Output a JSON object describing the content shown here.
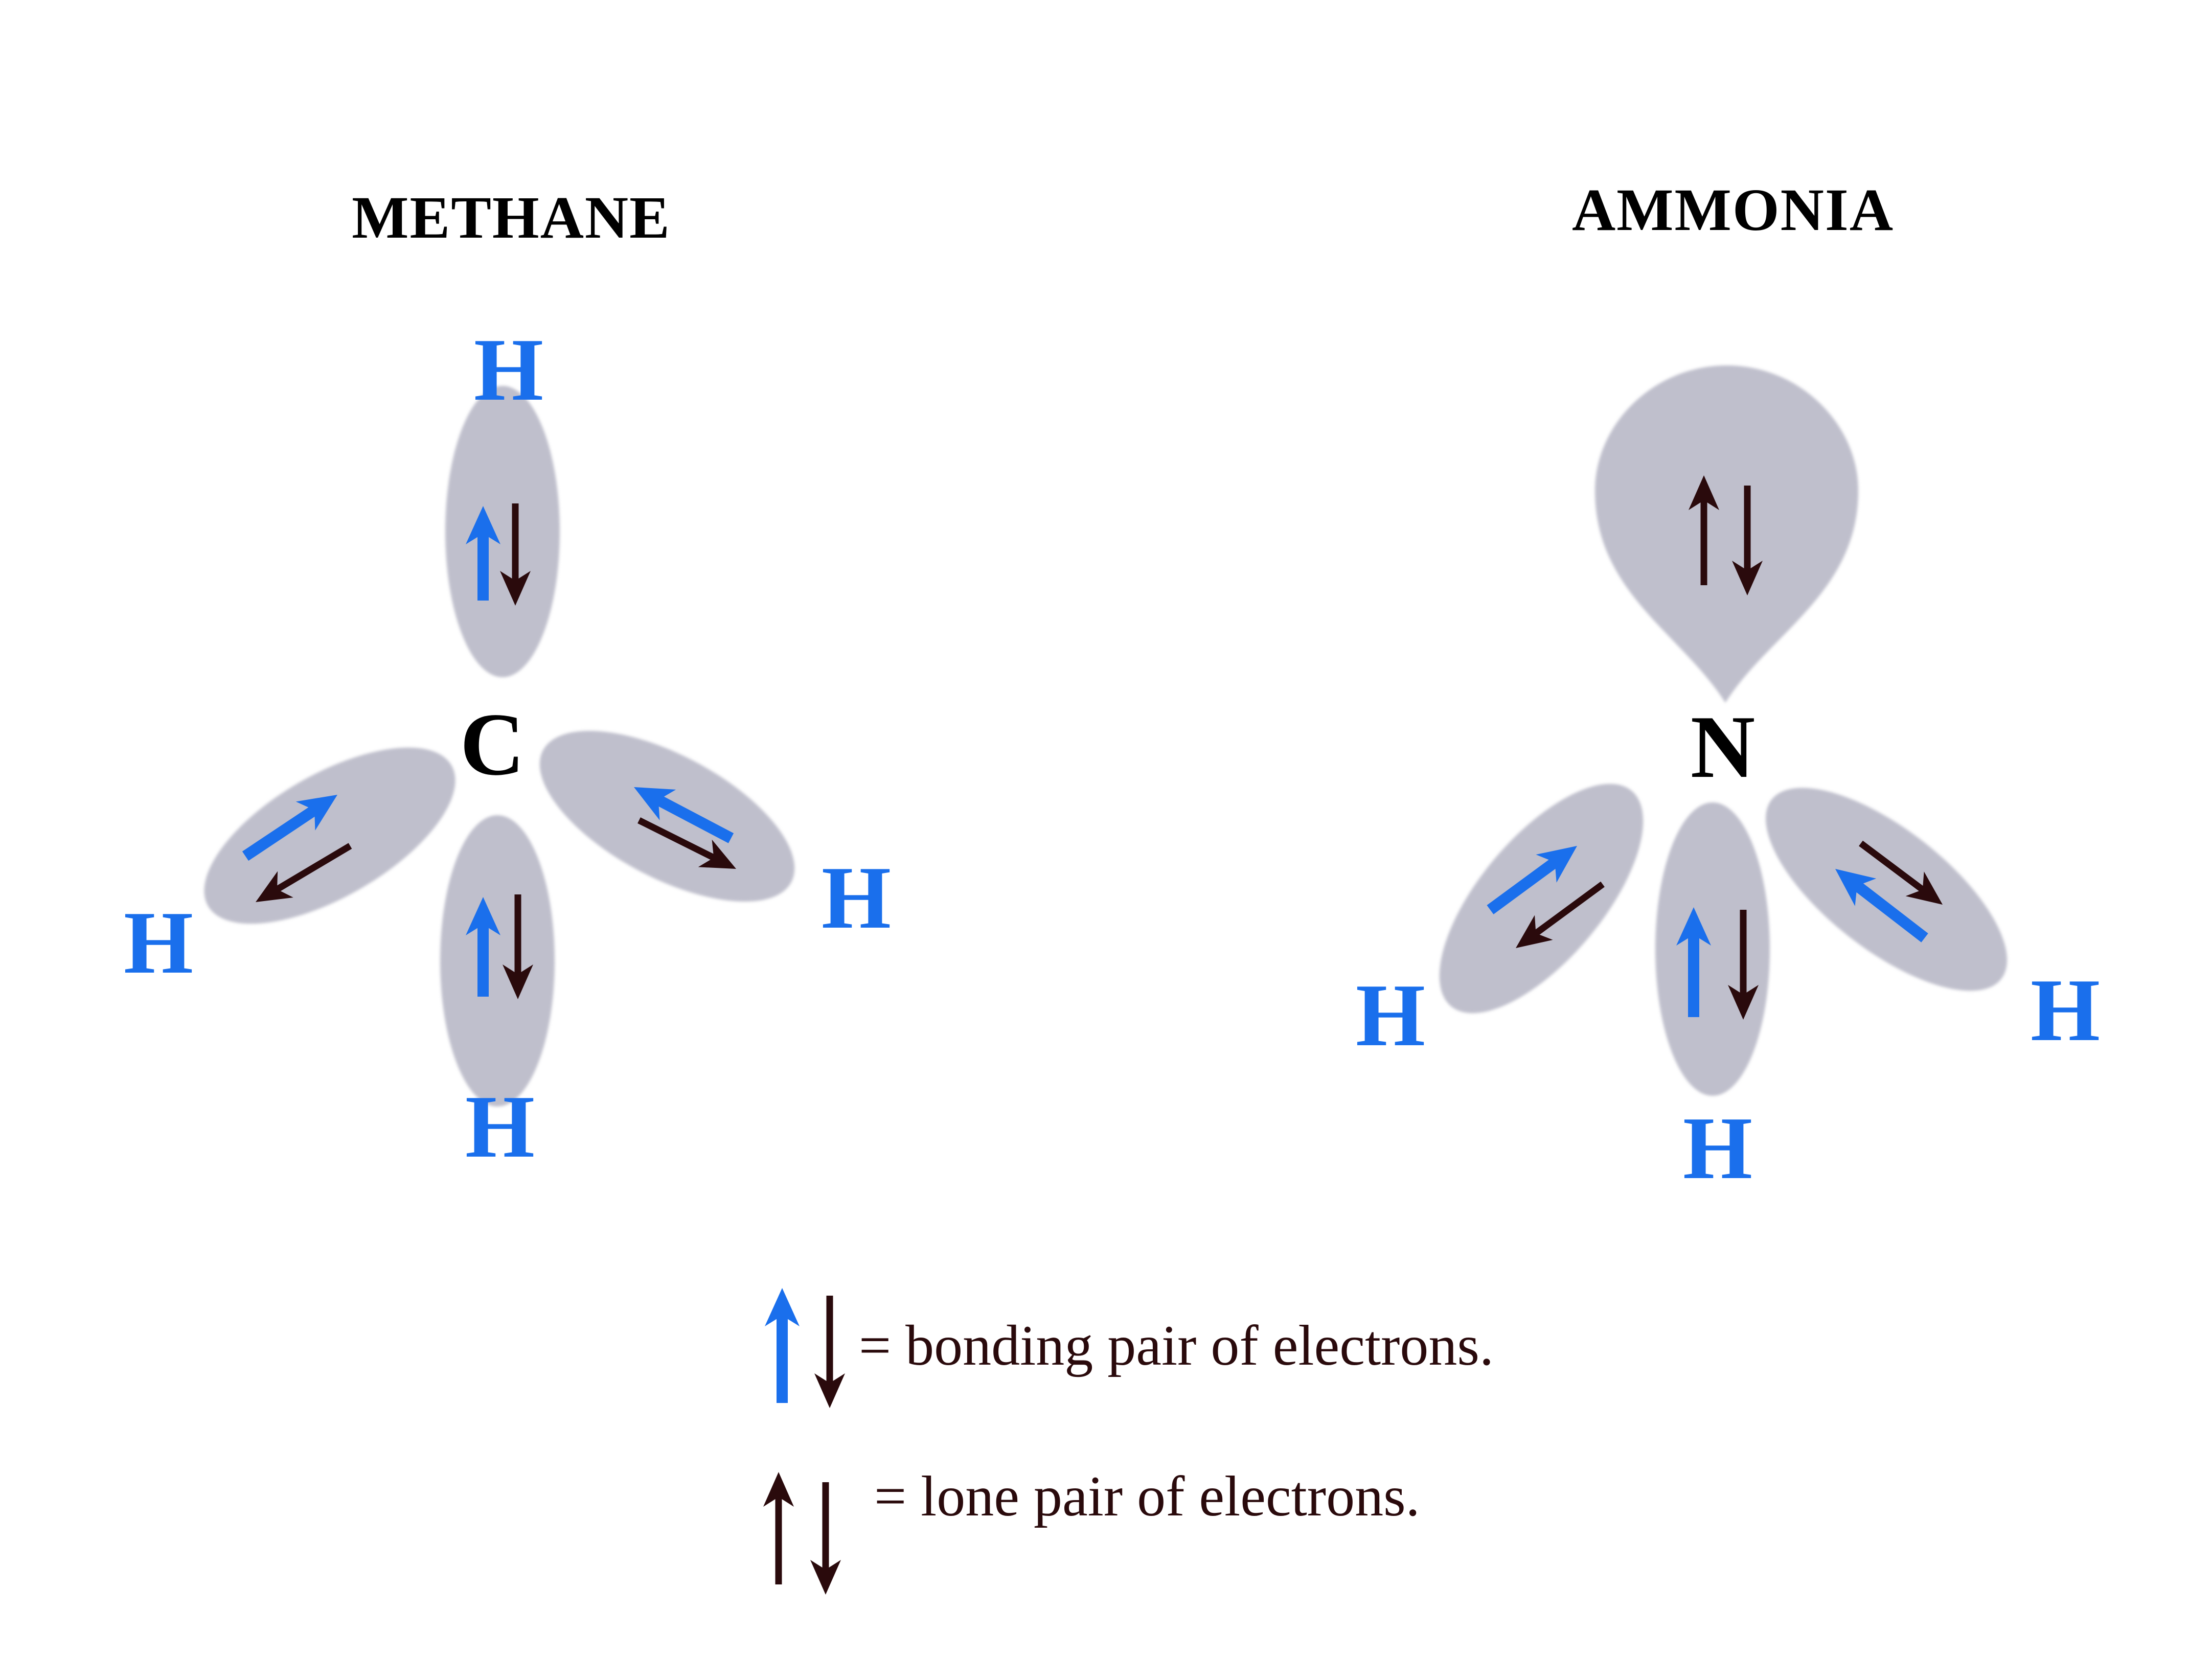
{
  "colors": {
    "lobe": "#bfbfcc",
    "hydrogen": "#1a6fec",
    "bonding_arrow": "#1a6fec",
    "dark_arrow": "#2a0a0c",
    "center_atom": "#000000",
    "legend_text": "#2a0a0c"
  },
  "methane": {
    "title": "METHANE",
    "center_atom": "C",
    "hydrogens": [
      "H",
      "H",
      "H",
      "H"
    ]
  },
  "ammonia": {
    "title": "AMMONIA",
    "center_atom": "N",
    "hydrogens": [
      "H",
      "H",
      "H"
    ]
  },
  "legend": {
    "bonding_text": "= bonding pair of electrons.",
    "lone_text": "= lone pair of electrons."
  }
}
